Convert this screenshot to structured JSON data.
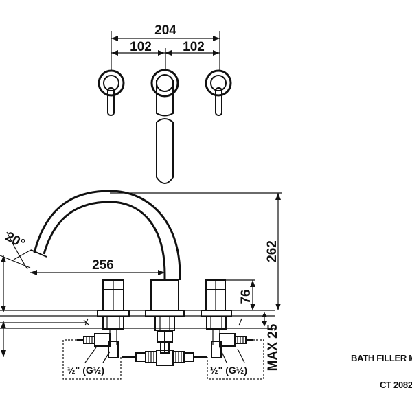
{
  "dimensions": {
    "overall_width": "204",
    "left_spacing": "102",
    "right_spacing": "102",
    "height_total": "262",
    "spout_reach": "256",
    "handle_height": "76",
    "max_deck": "MAX 25",
    "spout_angle": "20°"
  },
  "connections": {
    "left_size": "½\" (G½)",
    "right_size": "½\" (G½)"
  },
  "caption": {
    "title": "BATH FILLER M",
    "code": "CT 2082"
  },
  "colors": {
    "line": "#111111",
    "background": "#ffffff"
  }
}
